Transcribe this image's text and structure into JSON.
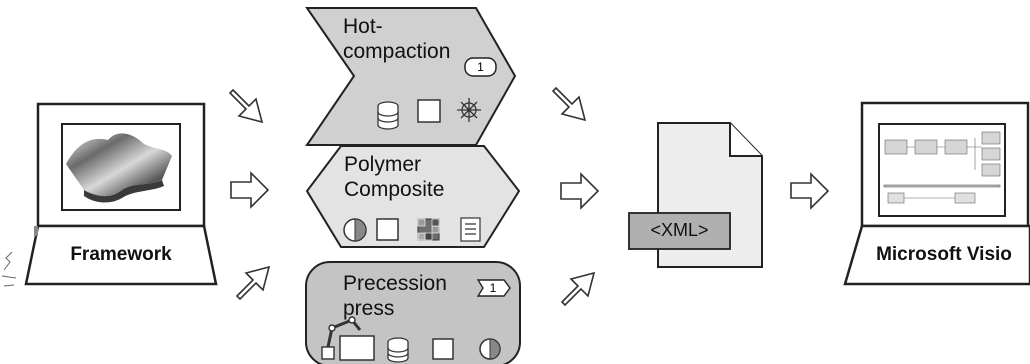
{
  "source": {
    "label": "Framework"
  },
  "processes": [
    {
      "title_lines": [
        "Hot-",
        "compaction"
      ],
      "badge": "1",
      "icons": [
        "database-icon",
        "square-icon",
        "wheel-icon"
      ]
    },
    {
      "title_lines": [
        "Polymer",
        "Composite"
      ],
      "icons": [
        "half-circle-icon",
        "square-icon",
        "grid-icon",
        "list-icon"
      ]
    },
    {
      "title_lines": [
        "Precession",
        "press"
      ],
      "badge": "1",
      "icons": [
        "robot-arm-icon",
        "machine-icon",
        "database-icon",
        "square-icon",
        "half-circle-icon"
      ]
    }
  ],
  "document": {
    "label": "<XML>"
  },
  "target": {
    "label": "Microsoft Visio"
  },
  "colors": {
    "shape_fill": "#d0d0d0",
    "stroke": "#222222",
    "doc_fill": "#ededed"
  }
}
